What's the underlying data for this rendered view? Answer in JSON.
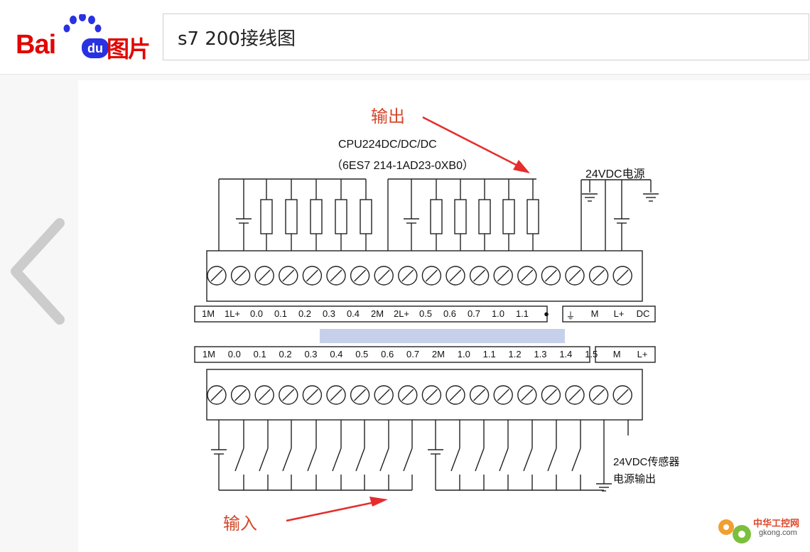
{
  "header": {
    "logo": {
      "bai": "Bai",
      "du": "du",
      "tupian": "图片"
    },
    "search": {
      "value": "s7 200接线图"
    }
  },
  "diagram": {
    "annotations": {
      "output": "输出",
      "input": "输入"
    },
    "cpu_model": "CPU224DC/DC/DC",
    "order_number": "（6ES7 214-1AD23-0XB0）",
    "supply_label": "24VDC电源",
    "sensor_label_line1": "24VDC传感器",
    "sensor_label_line2": "电源输出",
    "top_terminals": [
      "1M",
      "1L+",
      "0.0",
      "0.1",
      "0.2",
      "0.3",
      "0.4",
      "2M",
      "2L+",
      "0.5",
      "0.6",
      "0.7",
      "1.0",
      "1.1",
      "●",
      "⏚",
      "M",
      "L+",
      "DC"
    ],
    "bottom_terminals": [
      "1M",
      "0.0",
      "0.1",
      "0.2",
      "0.3",
      "0.4",
      "0.5",
      "0.6",
      "0.7",
      "2M",
      "1.0",
      "1.1",
      "1.2",
      "1.3",
      "1.4",
      "1.5",
      "M",
      "L+"
    ]
  },
  "watermark": {
    "text": "中华工控网",
    "domain": "gkong.com"
  },
  "colors": {
    "brand_red": "#e10601",
    "brand_blue": "#2932e1",
    "annotation_red": "#d4482a"
  },
  "icons": {
    "prev": "chevron-left-icon"
  }
}
